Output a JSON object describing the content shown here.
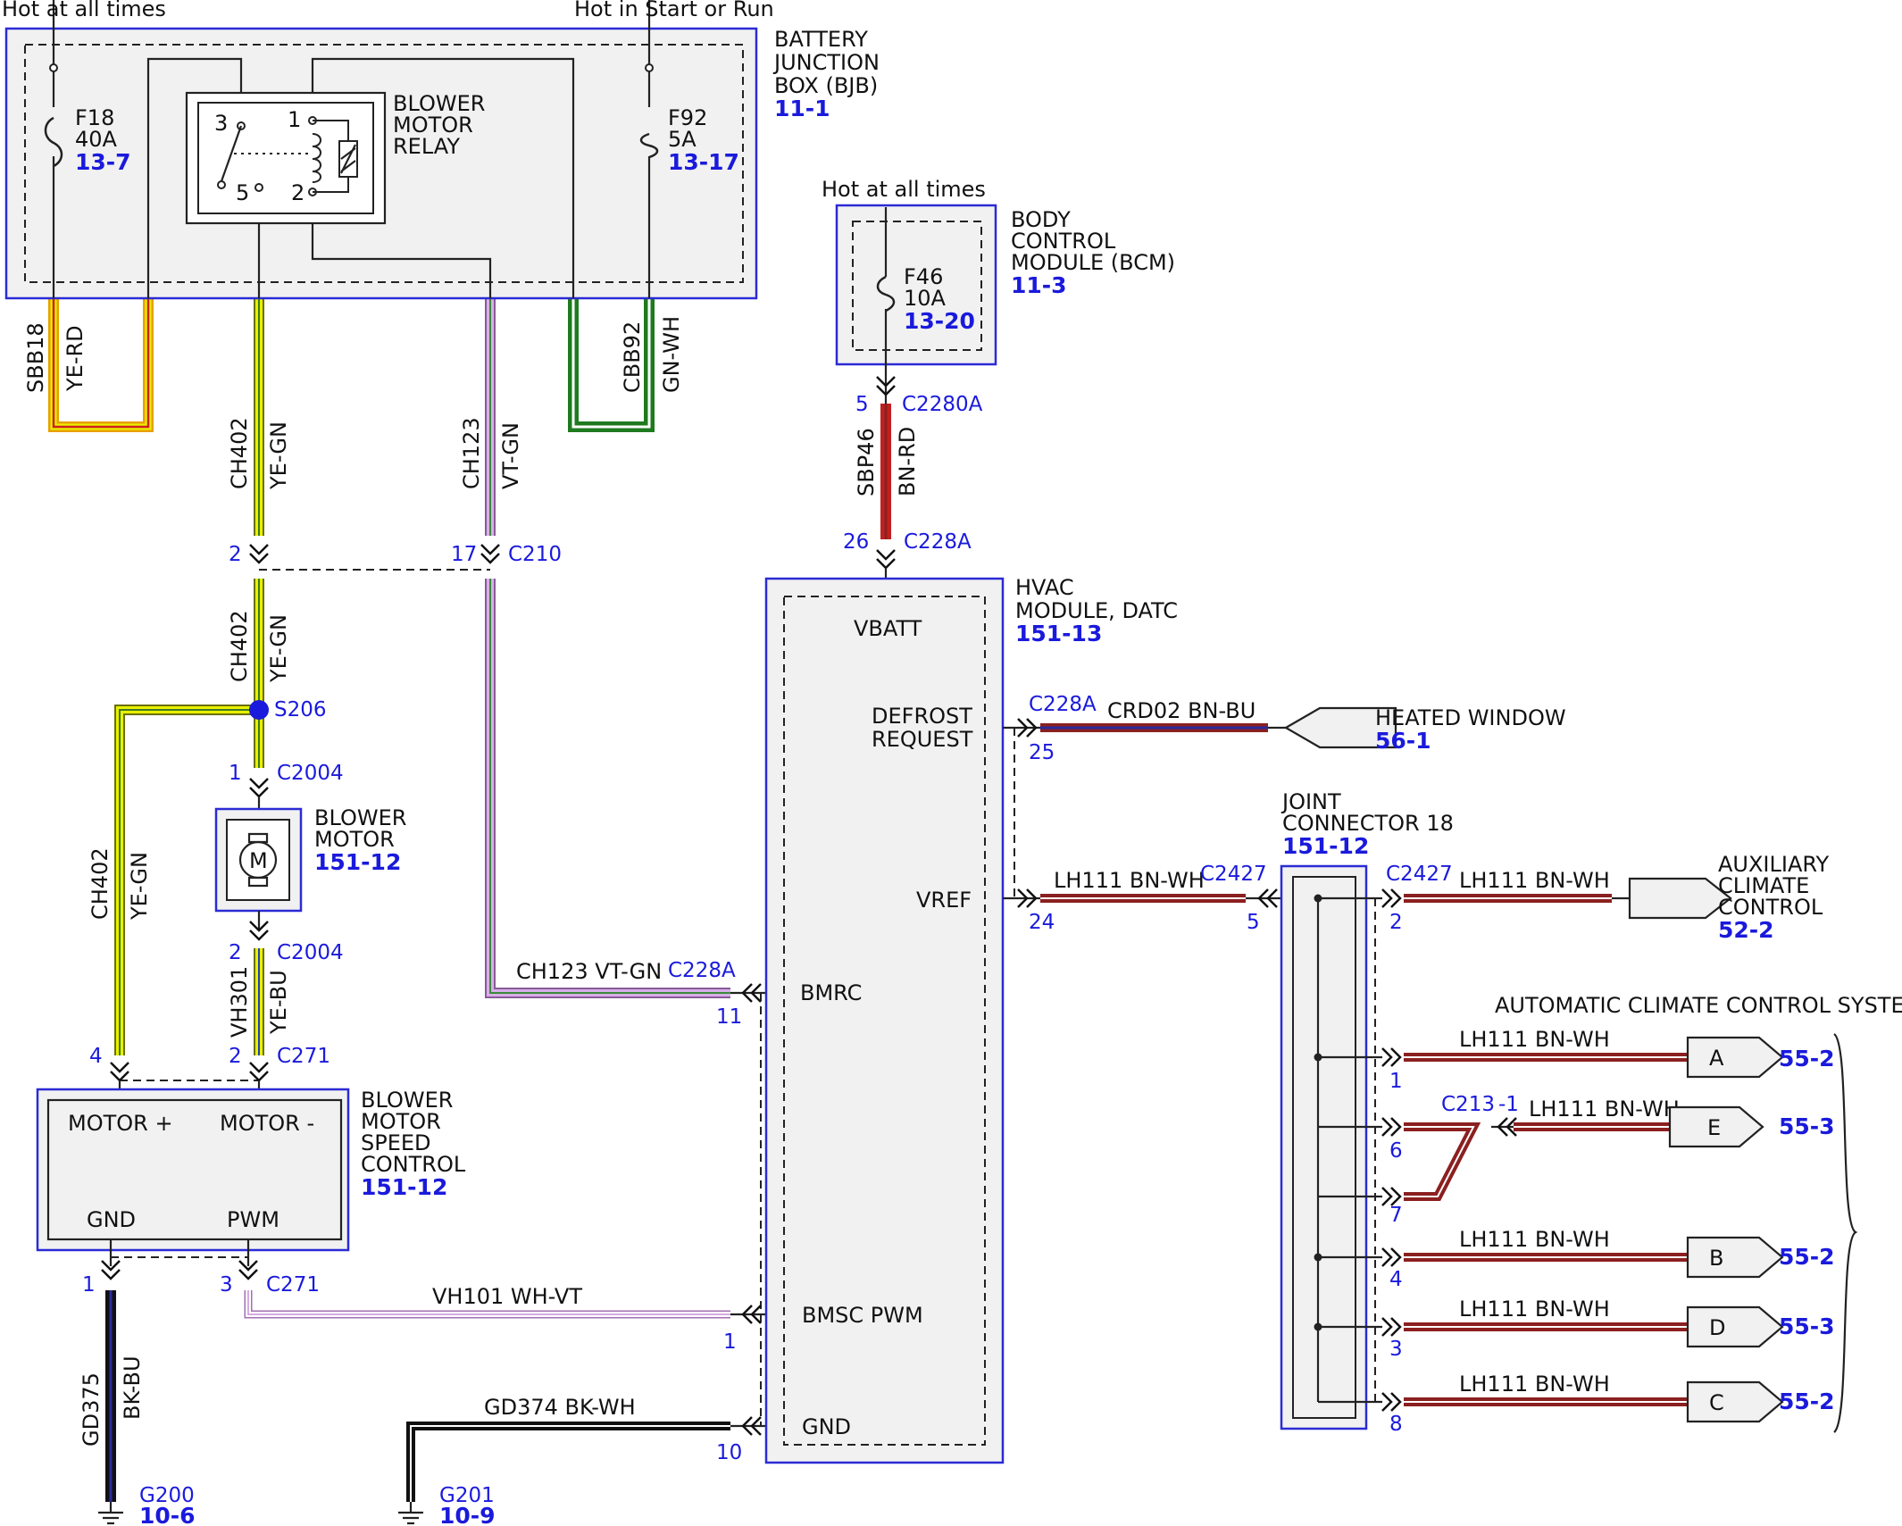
{
  "top_labels": {
    "hot_at_all_times": "Hot at all times",
    "hot_in_start_or_run": "Hot in Start or Run"
  },
  "bjb": {
    "name": [
      "BATTERY",
      "JUNCTION",
      "BOX (BJB)"
    ],
    "ref": "11-1",
    "fuse_f18": {
      "id": "F18",
      "rating": "40A",
      "ref": "13-7"
    },
    "fuse_f92": {
      "id": "F92",
      "rating": "5A",
      "ref": "13-17"
    },
    "relay": {
      "name": [
        "BLOWER",
        "MOTOR",
        "RELAY"
      ],
      "pins": [
        "3",
        "1",
        "5",
        "2"
      ]
    }
  },
  "bcm": {
    "hot_label": "Hot at all times",
    "name": [
      "BODY",
      "CONTROL",
      "MODULE (BCM)"
    ],
    "ref": "11-3",
    "fuse": {
      "id": "F46",
      "rating": "10A",
      "ref": "13-20"
    }
  },
  "hvac": {
    "name": [
      "HVAC",
      "MODULE, DATC"
    ],
    "ref": "151-13",
    "pins": {
      "vbatt": "VBATT",
      "defrost": [
        "DEFROST",
        "REQUEST"
      ],
      "vref": "VREF",
      "bmrc": "BMRC",
      "bmsc": "BMSC PWM",
      "gnd": "GND"
    }
  },
  "blower_motor": {
    "name": [
      "BLOWER",
      "MOTOR"
    ],
    "ref": "151-12",
    "symbol": "M"
  },
  "speed_control": {
    "name": [
      "BLOWER",
      "MOTOR",
      "SPEED",
      "CONTROL"
    ],
    "ref": "151-12",
    "pins": {
      "motor_plus": "MOTOR +",
      "motor_minus": "MOTOR -",
      "gnd": "GND",
      "pwm": "PWM"
    }
  },
  "joint_connector": {
    "name": [
      "JOINT",
      "CONNECTOR 18"
    ],
    "ref": "151-12"
  },
  "wires": {
    "sbb18": {
      "circuit": "SBB18",
      "color": "YE-RD"
    },
    "cbb92": {
      "circuit": "CBB92",
      "color": "GN-WH"
    },
    "ch402": {
      "circuit": "CH402",
      "color": "YE-GN"
    },
    "ch123": {
      "circuit": "CH123",
      "color": "VT-GN"
    },
    "ch123_h": "CH123  VT-GN",
    "sbp46": {
      "circuit": "SBP46",
      "color": "BN-RD"
    },
    "vh301": {
      "circuit": "VH301",
      "color": "YE-BU"
    },
    "vh101": "VH101  WH-VT",
    "gd374": "GD374  BK-WH",
    "gd375": {
      "circuit": "GD375",
      "color": "BK-BU"
    },
    "crd02": "CRD02  BN-BU",
    "lh111": "LH111  BN-WH"
  },
  "connectors": {
    "c210": "C210",
    "c2280a": "C2280A",
    "c228a": "C228A",
    "c2004": "C2004",
    "c271": "C271",
    "c2427": "C2427",
    "c213": "C213",
    "s206": "S206",
    "g200": "G200",
    "g201": "G201",
    "g200_ref": "10-6",
    "g201_ref": "10-9"
  },
  "pins": {
    "p2": "2",
    "p17": "17",
    "p5": "5",
    "p26": "26",
    "p1": "1",
    "p4": "4",
    "p3": "3",
    "p11": "11",
    "p10": "10",
    "p24": "24",
    "p25": "25",
    "p6": "6",
    "p7": "7",
    "p8": "8",
    "c213_pin": "-1"
  },
  "destinations": {
    "heated_window": {
      "name": "HEATED WINDOW",
      "ref": "56-1"
    },
    "aux_climate": {
      "name": [
        "AUXILIARY",
        "CLIMATE",
        "CONTROL"
      ],
      "ref": "52-2"
    },
    "acc_system": "AUTOMATIC CLIMATE CONTROL SYSTEM",
    "acc_outputs": [
      {
        "letter": "A",
        "ref": "55-2",
        "pin": "1"
      },
      {
        "letter": "E",
        "ref": "55-3",
        "pin": "6"
      },
      {
        "letter": "B",
        "ref": "55-2",
        "pin": "4"
      },
      {
        "letter": "D",
        "ref": "55-3",
        "pin": "3"
      },
      {
        "letter": "C",
        "ref": "55-2",
        "pin": "8"
      }
    ]
  },
  "colors": {
    "block_border": "#2b2bd6",
    "ref_blue": "#1a1adc",
    "yellow": "#e8f000",
    "violet": "#c8a0d8",
    "green": "#1f7a1f",
    "brown_red": "#8b2020",
    "red": "#c02020",
    "black": "#111111"
  }
}
